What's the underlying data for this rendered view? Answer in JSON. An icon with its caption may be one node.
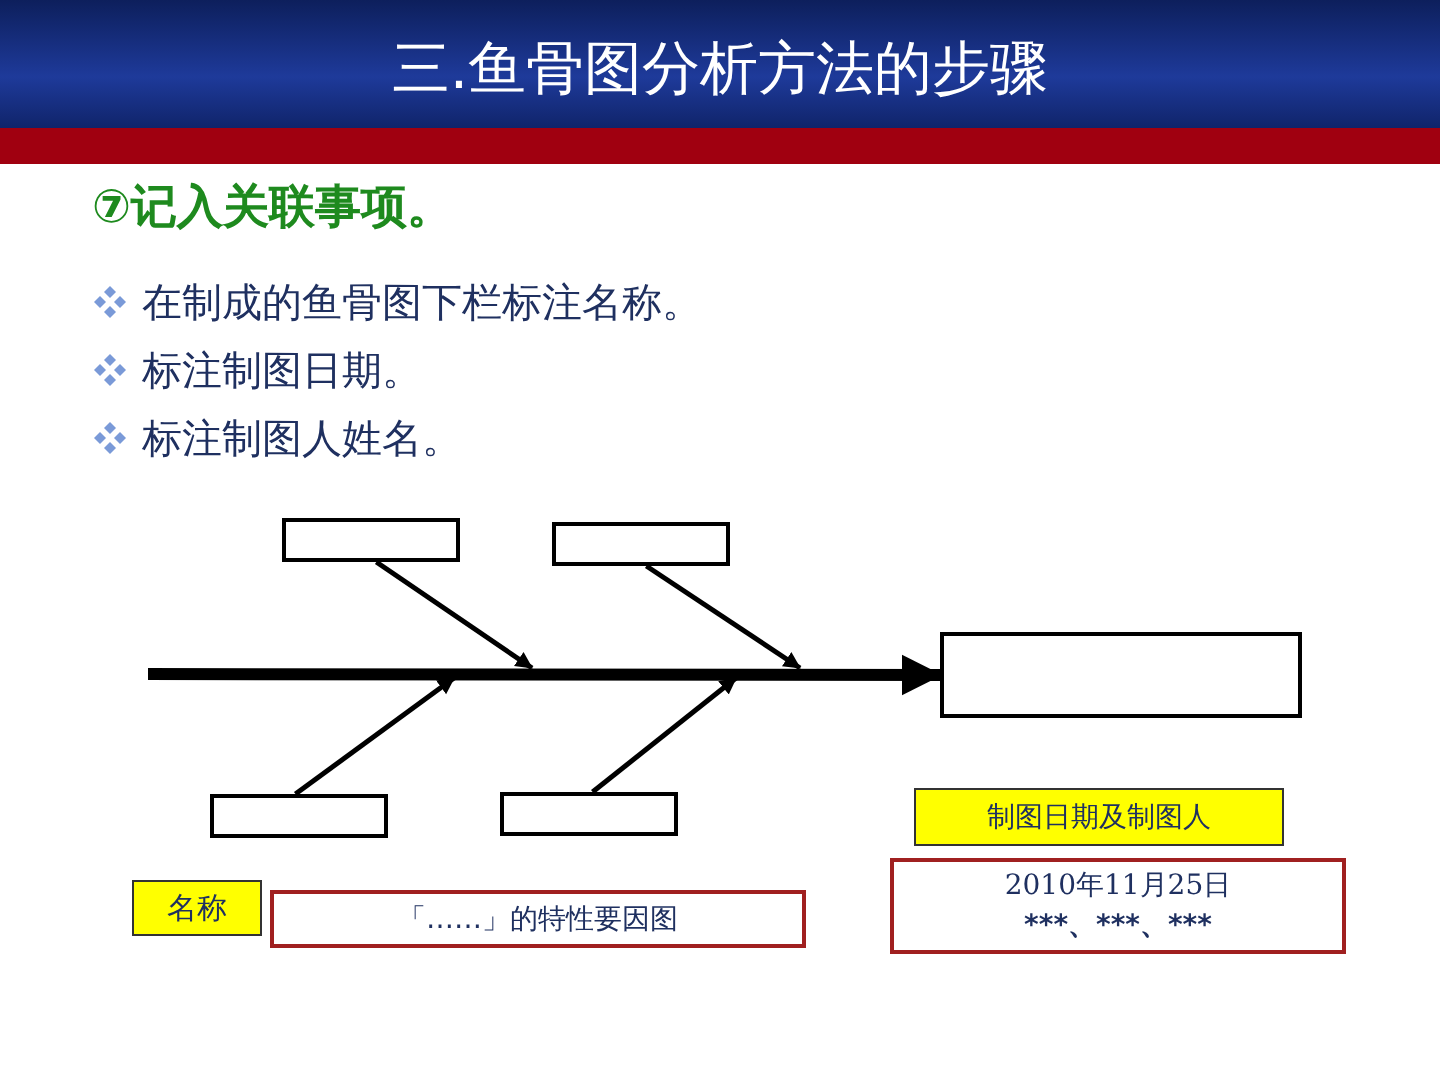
{
  "diagram": {
    "title": "三.鱼骨图分析方法的步骤",
    "nodes": [
      {
        "text": [],
        "shape": "box"
      },
      {
        "text": [],
        "shape": "box"
      },
      {
        "text": [],
        "shape": "box"
      },
      {
        "text": [],
        "shape": "box"
      },
      {
        "text": [],
        "shape": "box"
      },
      {
        "text": [
          "名称"
        ]
      },
      {
        "text": [
          "「……」的特性要因图"
        ]
      },
      {
        "text": [
          "制图日期及制图人"
        ]
      },
      {
        "text": [
          "2010年11月25日",
          "***、***、***"
        ]
      }
    ],
    "edges": [
      {
        "from": 0,
        "to": null,
        "arrow": "to"
      },
      {
        "from": 1,
        "to": null,
        "arrow": "to"
      },
      {
        "from": 2,
        "to": null,
        "arrow": "to"
      },
      {
        "from": 3,
        "to": null,
        "arrow": "to"
      },
      {
        "from": null,
        "to": 4,
        "arrow": "to",
        "style": "thick"
      }
    ],
    "labels": [
      "⑦记入关联事项。",
      "在制成的鱼骨图下栏标注名称。",
      "标注制图日期。",
      "标注制图人姓名。"
    ]
  }
}
